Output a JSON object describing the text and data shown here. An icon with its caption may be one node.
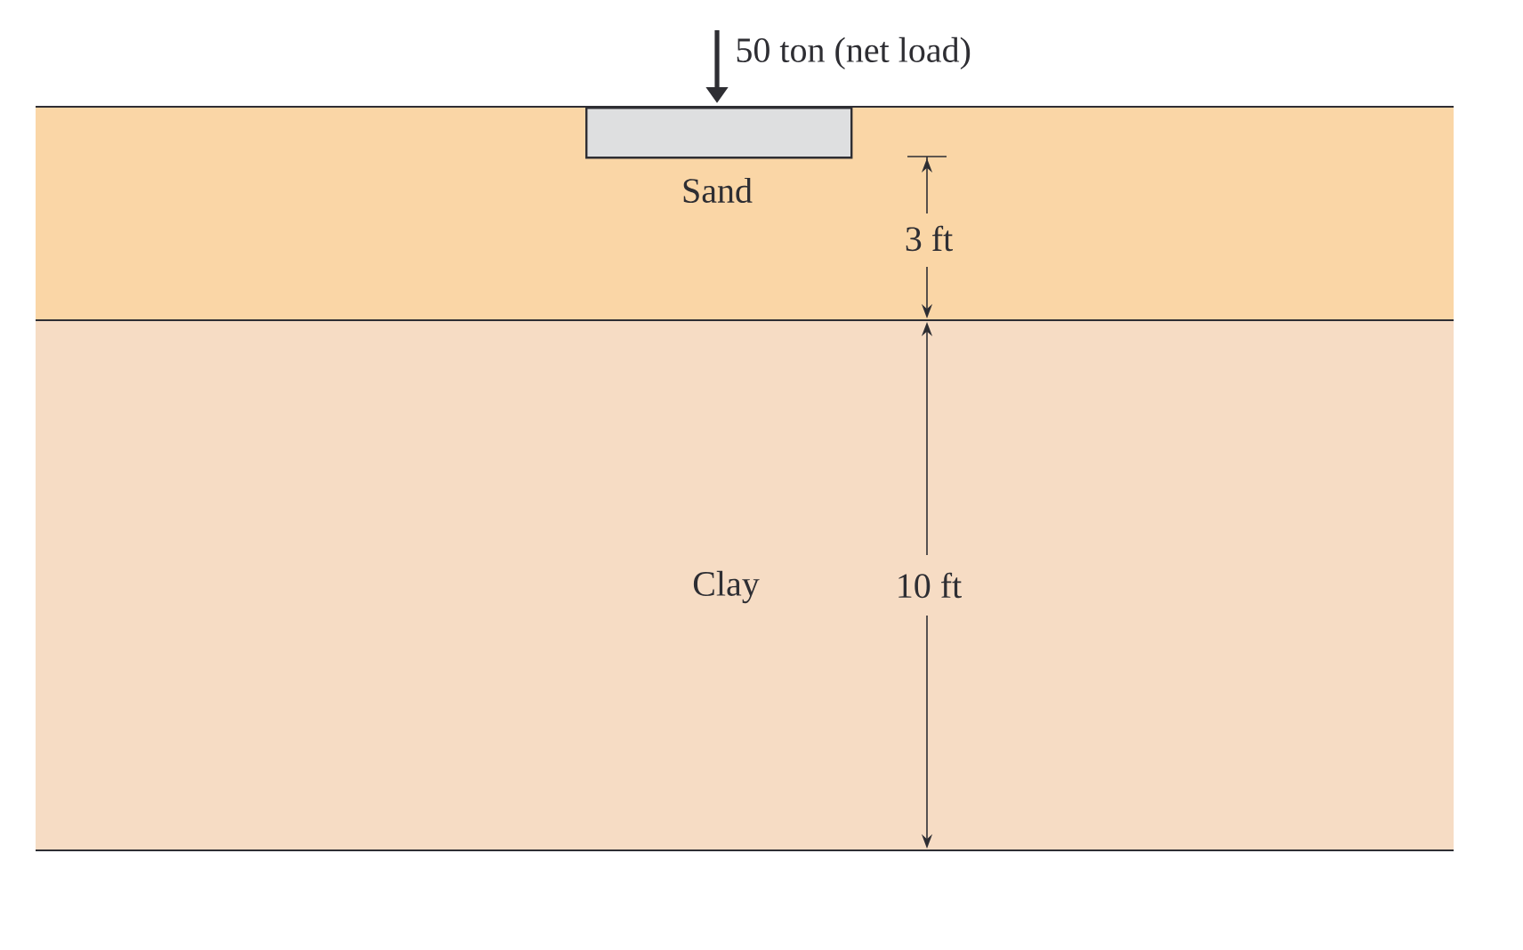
{
  "diagram": {
    "nodes": [
      {
        "text": [
          "Sand"
        ]
      },
      {
        "text": [],
        "shape": "box",
        "in": 0
      },
      {
        "text": [
          "Clay"
        ]
      }
    ],
    "labels": [
      "50 ton (net load)",
      "3 ft",
      "10 ft"
    ]
  }
}
